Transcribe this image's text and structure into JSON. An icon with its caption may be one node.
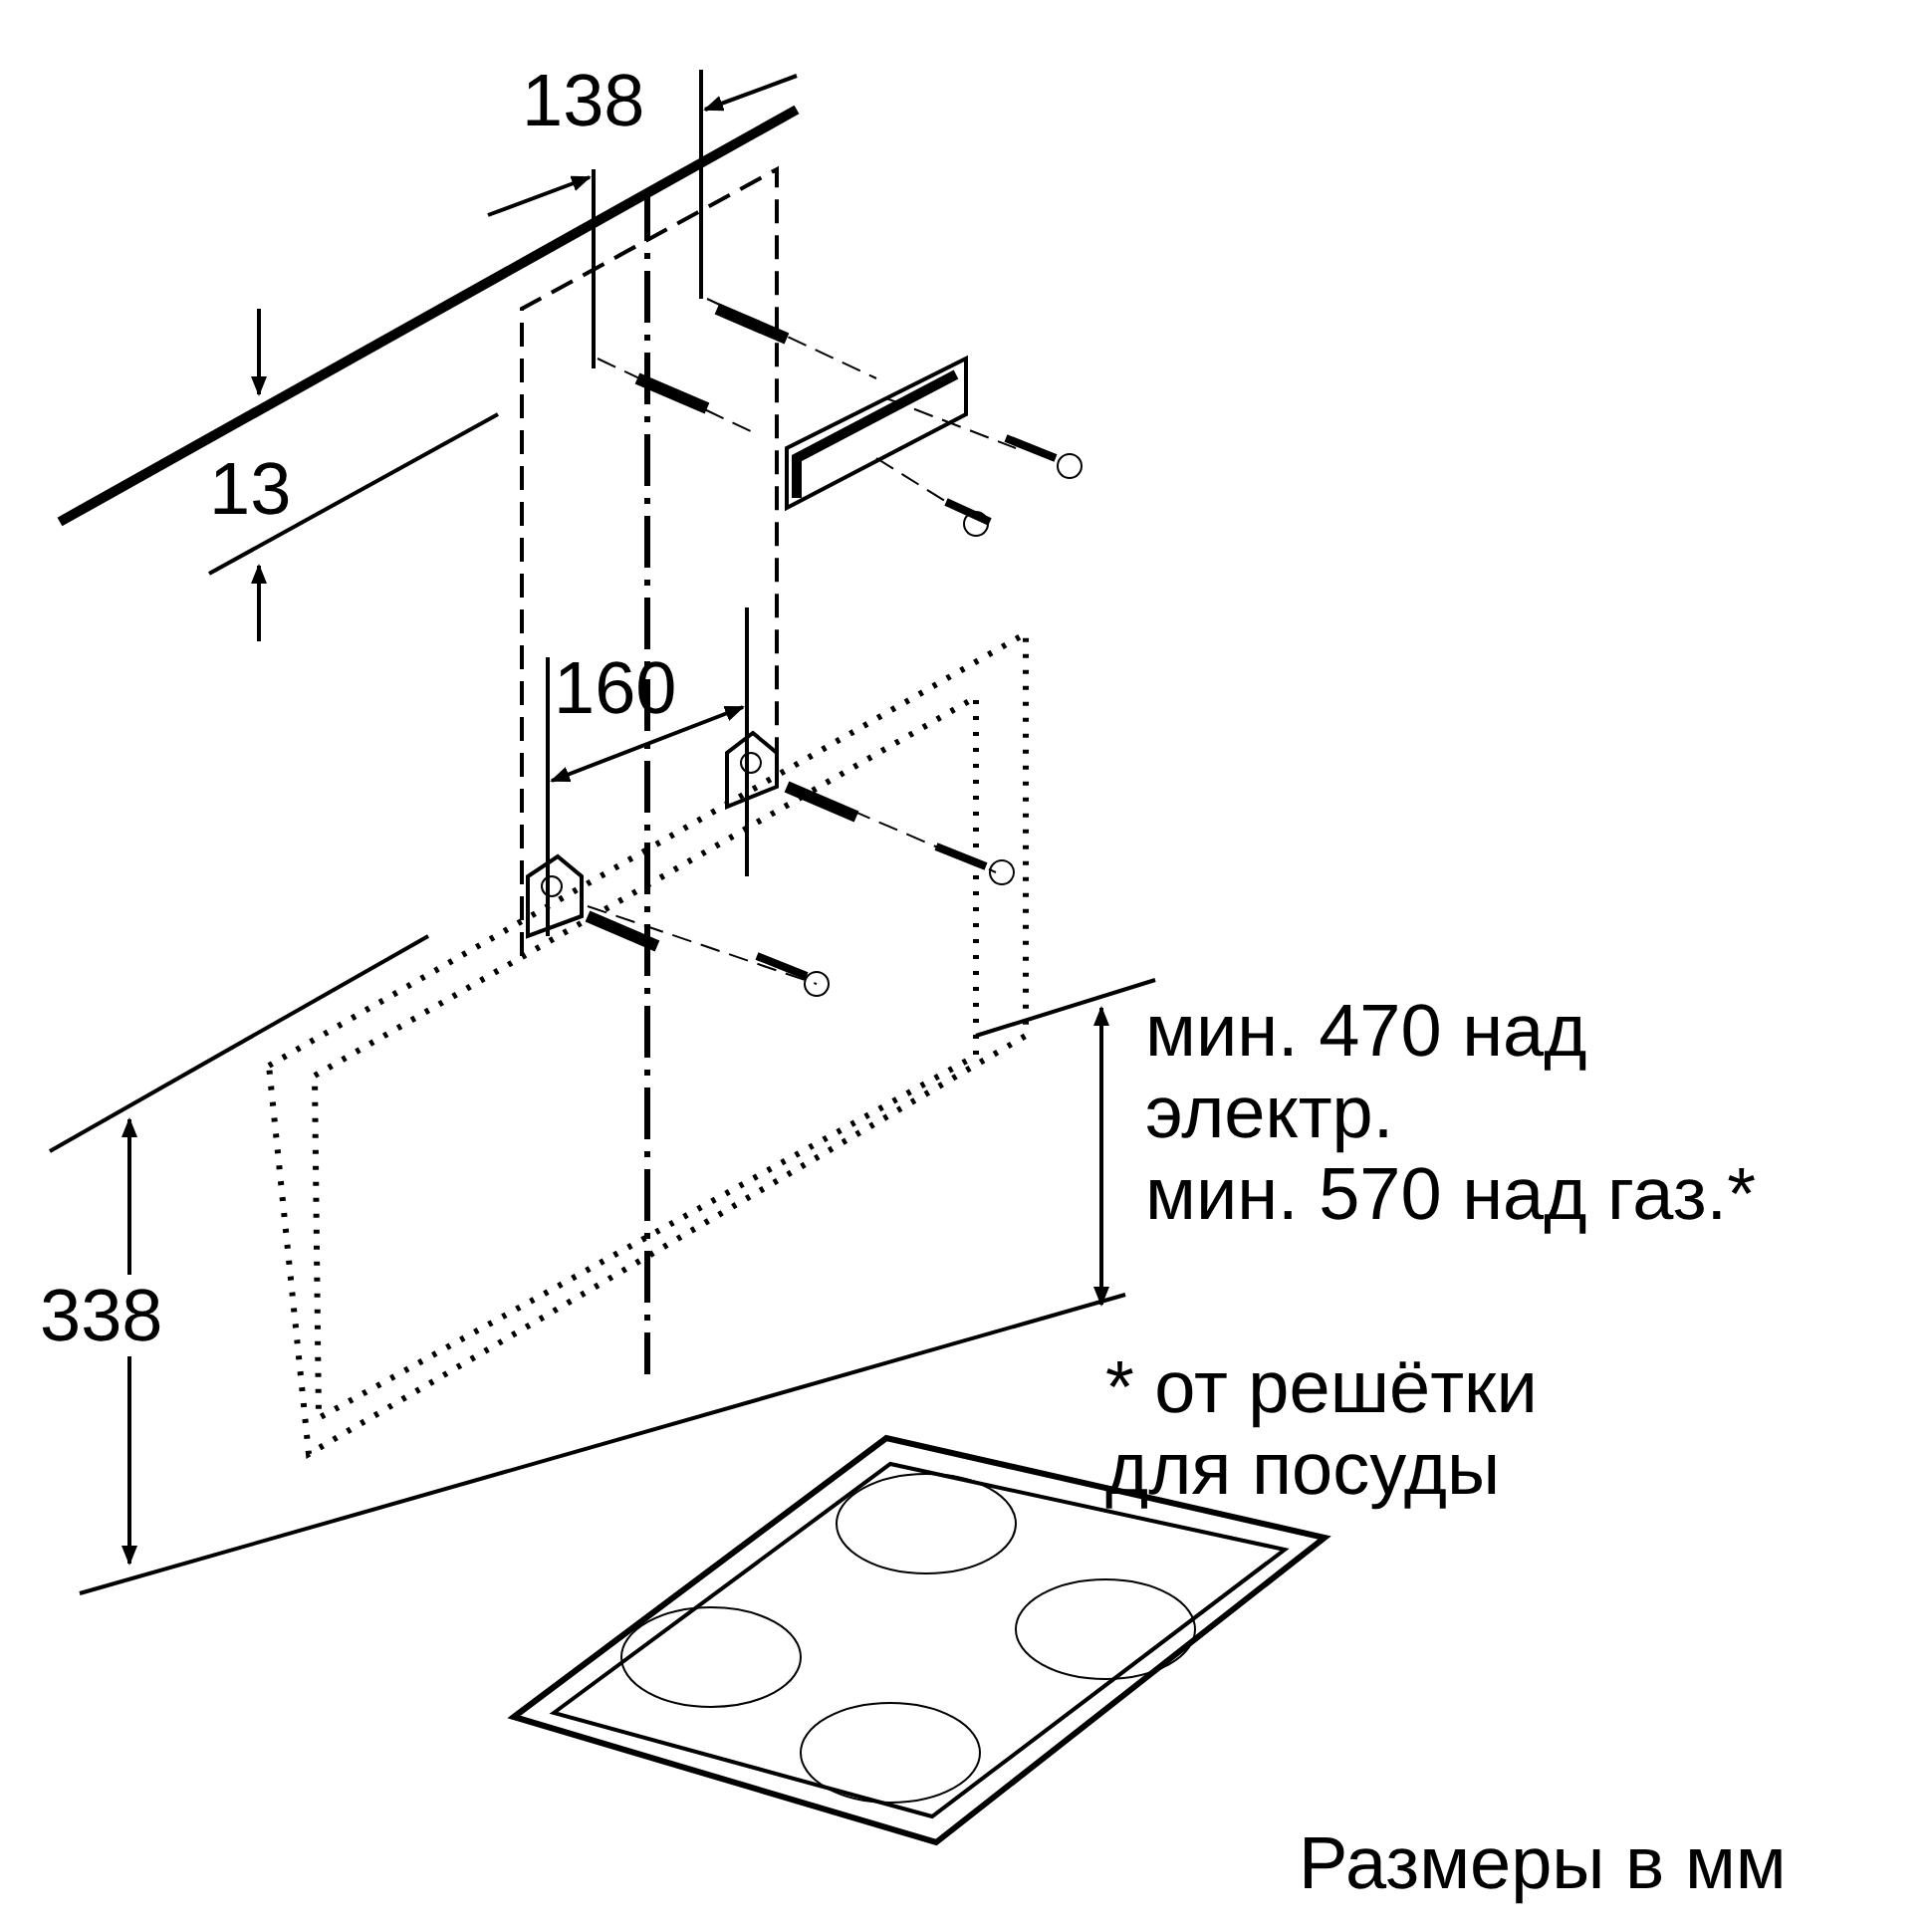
{
  "diagram": {
    "labels": [
      "138",
      "13",
      "160",
      "338",
      "мин. 470 над электр.",
      "мин. 570 над газ.*",
      "* от решётки для посуды",
      "Размеры в мм"
    ]
  }
}
